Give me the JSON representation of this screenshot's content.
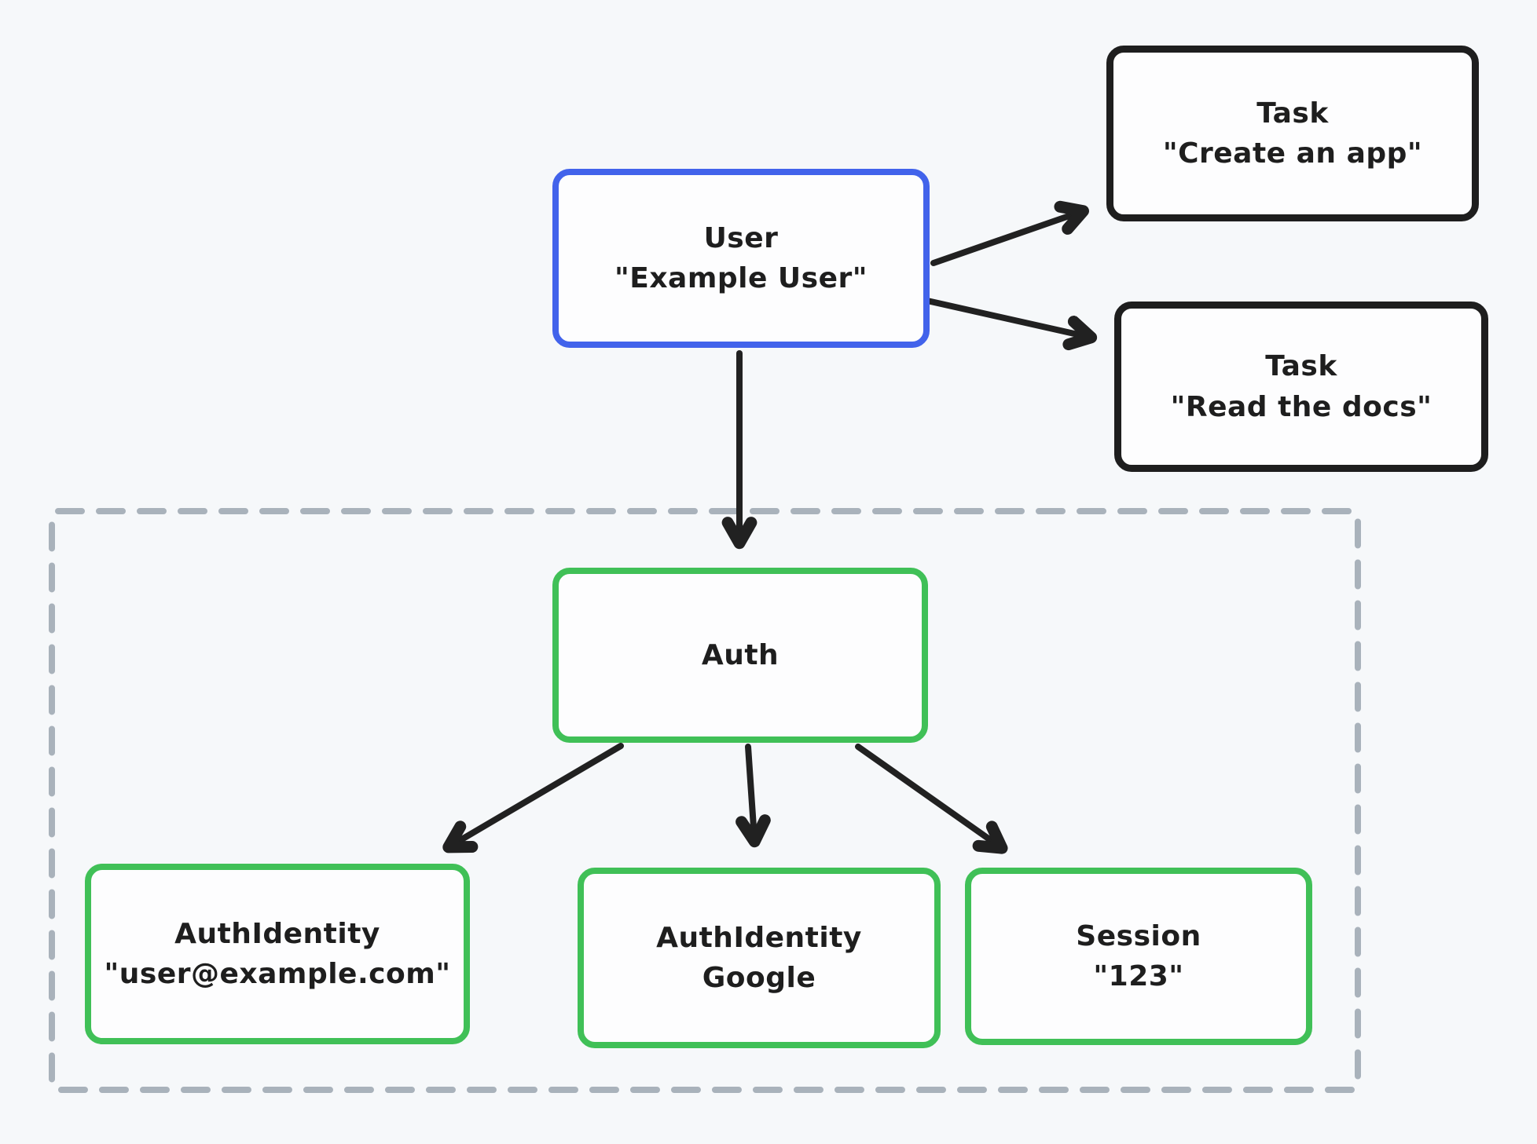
{
  "diagram": {
    "colors": {
      "canvas_bg": "#f6f8fa",
      "node_fill": "#fdfdfe",
      "text": "#1e1e1e",
      "arrow": "#212121",
      "user_border": "#4263eb",
      "task_border": "#1e1e1e",
      "auth_border": "#40c057",
      "group_border": "#a9b2bb"
    },
    "nodes": {
      "user": {
        "title": "User",
        "subtitle": "\"Example User\""
      },
      "task_create": {
        "title": "Task",
        "subtitle": "\"Create an app\""
      },
      "task_read": {
        "title": "Task",
        "subtitle": "\"Read the docs\""
      },
      "auth": {
        "title": "Auth"
      },
      "identity_email": {
        "title": "AuthIdentity",
        "subtitle": "\"user@example.com\""
      },
      "identity_google": {
        "title": "AuthIdentity",
        "subtitle": "Google"
      },
      "session": {
        "title": "Session",
        "subtitle": "\"123\""
      }
    },
    "edges": [
      {
        "from": "user",
        "to": "task_create"
      },
      {
        "from": "user",
        "to": "task_read"
      },
      {
        "from": "user",
        "to": "auth"
      },
      {
        "from": "auth",
        "to": "identity_email"
      },
      {
        "from": "auth",
        "to": "identity_google"
      },
      {
        "from": "auth",
        "to": "session"
      }
    ],
    "groups": [
      {
        "name": "auth-group",
        "contains": [
          "auth",
          "identity_email",
          "identity_google",
          "session"
        ]
      }
    ]
  }
}
